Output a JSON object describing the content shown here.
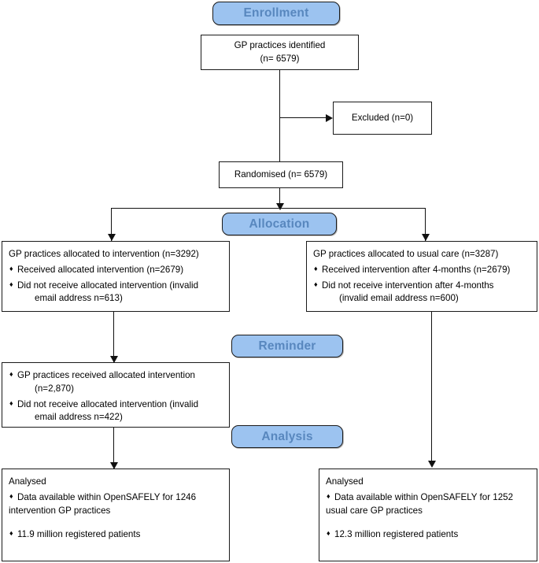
{
  "diagram": {
    "title": "CONSORT participant flow diagram",
    "accent_pill_fill": "#9CC3F0",
    "accent_pill_text": "#5887BE",
    "line_color": "#111111",
    "box_border_color": "#1a1a1a",
    "background": "#ffffff"
  },
  "stages": {
    "enrollment": "Enrollment",
    "allocation": "Allocation",
    "reminder": "Reminder",
    "analysis": "Analysis"
  },
  "boxes": {
    "identified": {
      "line1": "GP practices identified",
      "line2": "(n= 6579)"
    },
    "excluded": {
      "line1": "Excluded (n=0)"
    },
    "randomised": {
      "line1": "Randomised (n= 6579)"
    },
    "intervention_allocation": {
      "heading": "GP practices allocated to intervention (n=3292)",
      "bullet1": "Received allocated intervention (n=2679)",
      "bullet2": "Did not receive allocated intervention (invalid",
      "bullet2_cont": "email address n=613)"
    },
    "usualcare_allocation": {
      "heading": "GP practices allocated to usual care (n=3287)",
      "bullet1": "Received intervention after 4-months (n=2679)",
      "bullet2": "Did not receive intervention after 4-months",
      "bullet2_cont": "(invalid email address n=600)"
    },
    "reminder_box": {
      "bullet1": "GP practices received allocated intervention",
      "bullet1_cont": "(n=2,870)",
      "bullet2": "Did not receive allocated intervention (invalid",
      "bullet2_cont": "email address n=422)"
    },
    "analysis_intervention": {
      "heading": "Analysed",
      "bullet1": "Data available within OpenSAFELY for 1246",
      "bullet1_cont": "intervention GP practices",
      "bullet2": "11.9 million registered patients"
    },
    "analysis_usualcare": {
      "heading": "Analysed",
      "bullet1": "Data available within OpenSAFELY for 1252",
      "bullet1_cont": "usual care GP practices",
      "bullet2": "12.3 million registered patients"
    }
  },
  "chart_data": {
    "type": "diagram",
    "title": "CONSORT flow of GP practices through the trial",
    "nodes": [
      {
        "id": "identified",
        "stage": "Enrollment",
        "label": "GP practices identified",
        "n": 6579
      },
      {
        "id": "excluded",
        "stage": "Enrollment",
        "label": "Excluded",
        "n": 0
      },
      {
        "id": "randomised",
        "stage": "Enrollment",
        "label": "Randomised",
        "n": 6579
      },
      {
        "id": "intervention_allocation",
        "stage": "Allocation",
        "label": "GP practices allocated to intervention",
        "n": 3292,
        "received": 2679,
        "not_received_invalid_email": 613
      },
      {
        "id": "usualcare_allocation",
        "stage": "Allocation",
        "label": "GP practices allocated to usual care",
        "n": 3287,
        "received_after_4_months": 2679,
        "not_received_invalid_email": 600
      },
      {
        "id": "reminder_box",
        "stage": "Reminder",
        "label": "GP practices received allocated intervention",
        "n": 2870,
        "not_received_invalid_email": 422
      },
      {
        "id": "analysis_intervention",
        "stage": "Analysis",
        "label": "Analysed intervention",
        "practices_in_opensafely": 1246,
        "registered_patients_millions": 11.9
      },
      {
        "id": "analysis_usualcare",
        "stage": "Analysis",
        "label": "Analysed usual care",
        "practices_in_opensafely": 1252,
        "registered_patients_millions": 12.3
      }
    ],
    "edges": [
      {
        "from": "identified",
        "to": "excluded"
      },
      {
        "from": "identified",
        "to": "randomised"
      },
      {
        "from": "randomised",
        "to": "intervention_allocation"
      },
      {
        "from": "randomised",
        "to": "usualcare_allocation"
      },
      {
        "from": "intervention_allocation",
        "to": "reminder_box"
      },
      {
        "from": "reminder_box",
        "to": "analysis_intervention"
      },
      {
        "from": "usualcare_allocation",
        "to": "analysis_usualcare"
      }
    ]
  }
}
